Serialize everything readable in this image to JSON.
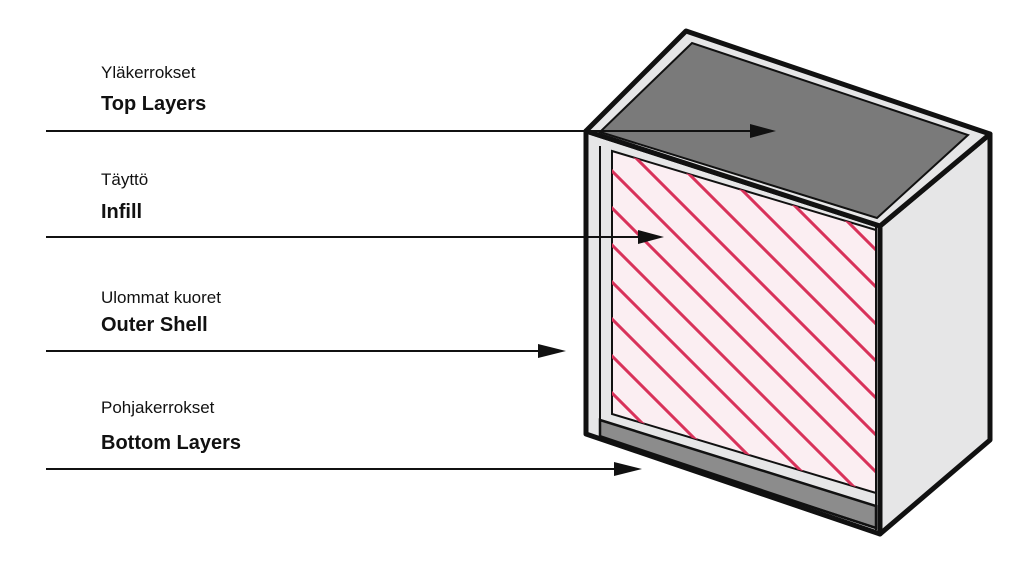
{
  "layers": [
    {
      "label_fi": "Yläkerrokset",
      "label_en": "Top Layers"
    },
    {
      "label_fi": "Täyttö",
      "label_en": "Infill"
    },
    {
      "label_fi": "Ulommat kuoret",
      "label_en": "Outer Shell"
    },
    {
      "label_fi": "Pohjakerrokset",
      "label_en": "Bottom Layers"
    }
  ],
  "colors": {
    "outline": "#111111",
    "top_surface": "#7a7a7a",
    "side_wall": "#e6e6e7",
    "bottom_surface": "#8c8c8c",
    "infill_hatch": "#d8325a",
    "infill_background": "#fbeef2"
  }
}
